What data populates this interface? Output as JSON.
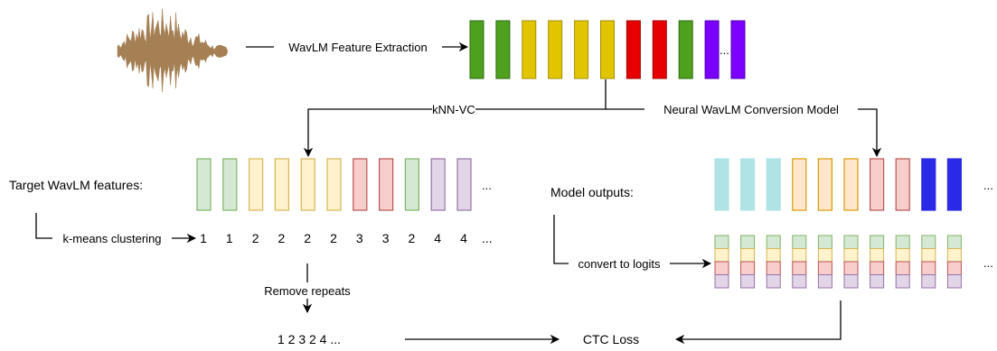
{
  "labels": {
    "feature_extraction": "WavLM Feature Extraction",
    "knn_vc": "kNN-VC",
    "neural_conversion": "Neural WavLM Conversion Model",
    "target_features": "Target WavLM features:",
    "model_outputs": "Model outputs:",
    "kmeans": "k-means clustering",
    "convert_logits": "convert to logits",
    "remove_repeats": "Remove repeats",
    "ctc_loss": "CTC Loss",
    "dedup_sequence": "1 2 3 2 4 ...",
    "ellipsis": "..."
  },
  "cluster_ids": [
    "1",
    "1",
    "2",
    "2",
    "2",
    "2",
    "3",
    "3",
    "2",
    "4",
    "4"
  ],
  "colors": {
    "waveform": "#a68055",
    "arrow": "#000000",
    "feature_row": [
      {
        "fill": "#4ea01f",
        "stroke": "#2d6a10"
      },
      {
        "fill": "#4ea01f",
        "stroke": "#2d6a10"
      },
      {
        "fill": "#e0c500",
        "stroke": "#a38f00"
      },
      {
        "fill": "#e0c500",
        "stroke": "#a38f00"
      },
      {
        "fill": "#e0c500",
        "stroke": "#a38f00"
      },
      {
        "fill": "#e0c500",
        "stroke": "#a38f00"
      },
      {
        "fill": "#e60000",
        "stroke": "#a30000"
      },
      {
        "fill": "#e60000",
        "stroke": "#a30000"
      },
      {
        "fill": "#4ea01f",
        "stroke": "#2d6a10"
      },
      {
        "fill": "#7a00ff",
        "stroke": "#5200b0"
      },
      {
        "fill": "#7a00ff",
        "stroke": "#5200b0"
      }
    ],
    "target_row": [
      {
        "fill": "#d5e8d4",
        "stroke": "#82b366"
      },
      {
        "fill": "#d5e8d4",
        "stroke": "#82b366"
      },
      {
        "fill": "#fff2cc",
        "stroke": "#d6b656"
      },
      {
        "fill": "#fff2cc",
        "stroke": "#d6b656"
      },
      {
        "fill": "#fff2cc",
        "stroke": "#d6b656"
      },
      {
        "fill": "#fff2cc",
        "stroke": "#d6b656"
      },
      {
        "fill": "#f8cecc",
        "stroke": "#b85450"
      },
      {
        "fill": "#f8cecc",
        "stroke": "#b85450"
      },
      {
        "fill": "#d5e8d4",
        "stroke": "#82b366"
      },
      {
        "fill": "#e1d5e7",
        "stroke": "#9673a6"
      },
      {
        "fill": "#e1d5e7",
        "stroke": "#9673a6"
      }
    ],
    "model_row": [
      {
        "fill": "#b0e3e6",
        "stroke": "#b0e3e6"
      },
      {
        "fill": "#b0e3e6",
        "stroke": "#b0e3e6"
      },
      {
        "fill": "#b0e3e6",
        "stroke": "#b0e3e6"
      },
      {
        "fill": "#ffe6cc",
        "stroke": "#d79b00"
      },
      {
        "fill": "#ffe6cc",
        "stroke": "#d79b00"
      },
      {
        "fill": "#ffe6cc",
        "stroke": "#d79b00"
      },
      {
        "fill": "#f8cecc",
        "stroke": "#b85450"
      },
      {
        "fill": "#f8cecc",
        "stroke": "#b85450"
      },
      {
        "fill": "#2a2ae6",
        "stroke": "#2a2ae6"
      },
      {
        "fill": "#2a2ae6",
        "stroke": "#2a2ae6"
      }
    ],
    "logit_bands": [
      {
        "fill": "#d5e8d4",
        "stroke": "#82b366"
      },
      {
        "fill": "#fff2cc",
        "stroke": "#d6b656"
      },
      {
        "fill": "#f8cecc",
        "stroke": "#b85450"
      },
      {
        "fill": "#e1d5e7",
        "stroke": "#9673a6"
      }
    ]
  }
}
